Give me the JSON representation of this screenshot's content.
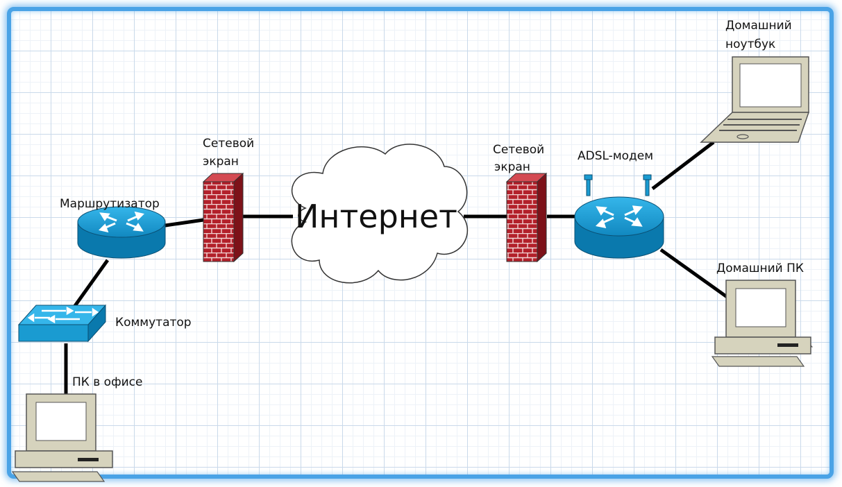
{
  "labels": {
    "router": "Маршрутизатор",
    "firewall_left_line1": "Сетевой",
    "firewall_left_line2": "экран",
    "internet": "Интернет",
    "firewall_right_line1": "Сетевой",
    "firewall_right_line2": "экран",
    "adsl_modem": "ADSL-модем",
    "home_laptop_line1": "Домашний",
    "home_laptop_line2": "ноутбук",
    "home_pc": "Домашний ПК",
    "switch": "Коммутатор",
    "office_pc": "ПК в офисе"
  },
  "colors": {
    "device_blue": "#1a9bd1",
    "device_blue_dark": "#0a6e9e",
    "firewall_red": "#b3202a",
    "computer_beige": "#d6d3bd",
    "frame_blue": "#4aa3e6"
  }
}
